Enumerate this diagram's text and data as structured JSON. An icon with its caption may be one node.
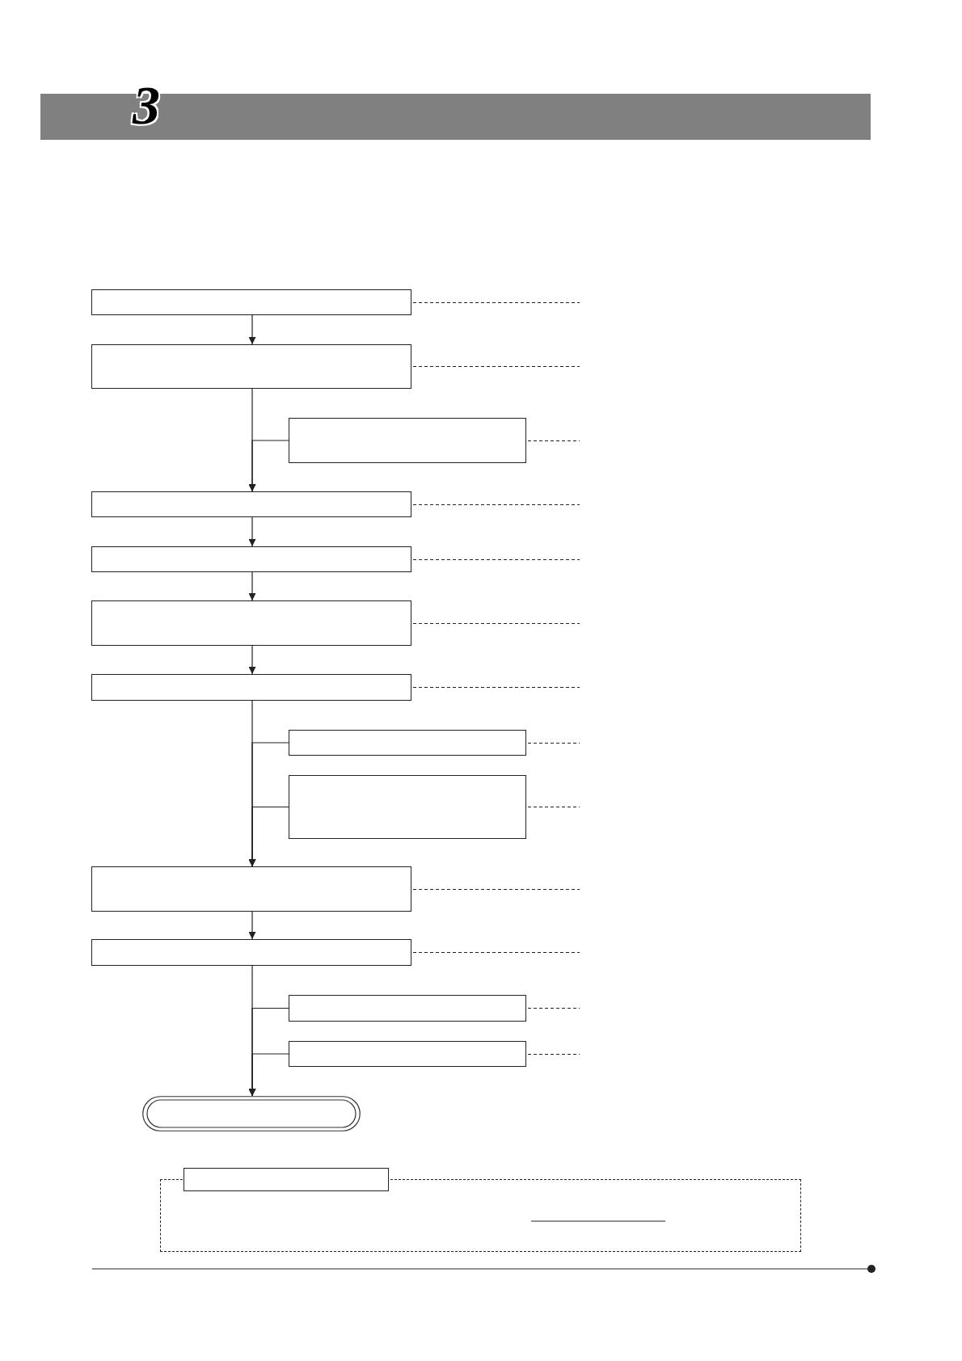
{
  "diagram": {
    "title": "3",
    "nodes": [
      {
        "text": [],
        "shape": "box"
      },
      {
        "text": [],
        "shape": "box"
      },
      {
        "text": [],
        "shape": "box"
      },
      {
        "text": [],
        "shape": "box"
      },
      {
        "text": [],
        "shape": "box"
      },
      {
        "text": [],
        "shape": "box"
      },
      {
        "text": [],
        "shape": "box"
      },
      {
        "text": [],
        "shape": "box"
      },
      {
        "text": [],
        "shape": "box"
      },
      {
        "text": [],
        "shape": "box"
      },
      {
        "text": [],
        "shape": "box"
      },
      {
        "text": [],
        "shape": "box"
      },
      {
        "text": [],
        "shape": "box"
      },
      {
        "text": [],
        "shape": "capsule"
      },
      {
        "text": [],
        "shape": "box"
      },
      {
        "text": [],
        "shape": "box"
      }
    ],
    "edges": [
      {
        "from": 0,
        "to": 1,
        "arrow": "to"
      },
      {
        "from": 1,
        "to": 3,
        "arrow": "to"
      },
      {
        "from": 2,
        "to": 3,
        "arrow": "to"
      },
      {
        "from": 3,
        "to": 4,
        "arrow": "to"
      },
      {
        "from": 4,
        "to": 5,
        "arrow": "to"
      },
      {
        "from": 5,
        "to": 6,
        "arrow": "to"
      },
      {
        "from": 6,
        "to": 9,
        "arrow": "to"
      },
      {
        "from": 7,
        "to": 9,
        "arrow": "to"
      },
      {
        "from": 8,
        "to": 9,
        "arrow": "to"
      },
      {
        "from": 9,
        "to": 10,
        "arrow": "to"
      },
      {
        "from": 10,
        "to": 13,
        "arrow": "to"
      },
      {
        "from": 11,
        "to": 13,
        "arrow": "to"
      },
      {
        "from": 12,
        "to": 13,
        "arrow": "to"
      },
      {
        "from": 0,
        "to": null,
        "arrow": "none",
        "style": "dashed"
      },
      {
        "from": 1,
        "to": null,
        "arrow": "none",
        "style": "dashed"
      },
      {
        "from": 2,
        "to": null,
        "arrow": "none",
        "style": "dashed"
      },
      {
        "from": 3,
        "to": null,
        "arrow": "none",
        "style": "dashed"
      },
      {
        "from": 4,
        "to": null,
        "arrow": "none",
        "style": "dashed"
      },
      {
        "from": 5,
        "to": null,
        "arrow": "none",
        "style": "dashed"
      },
      {
        "from": 6,
        "to": null,
        "arrow": "none",
        "style": "dashed"
      },
      {
        "from": 7,
        "to": null,
        "arrow": "none",
        "style": "dashed"
      },
      {
        "from": 8,
        "to": null,
        "arrow": "none",
        "style": "dashed"
      },
      {
        "from": 9,
        "to": null,
        "arrow": "none",
        "style": "dashed"
      },
      {
        "from": 10,
        "to": null,
        "arrow": "none",
        "style": "dashed"
      },
      {
        "from": 11,
        "to": null,
        "arrow": "none",
        "style": "dashed"
      },
      {
        "from": 12,
        "to": null,
        "arrow": "none",
        "style": "dashed"
      }
    ]
  }
}
